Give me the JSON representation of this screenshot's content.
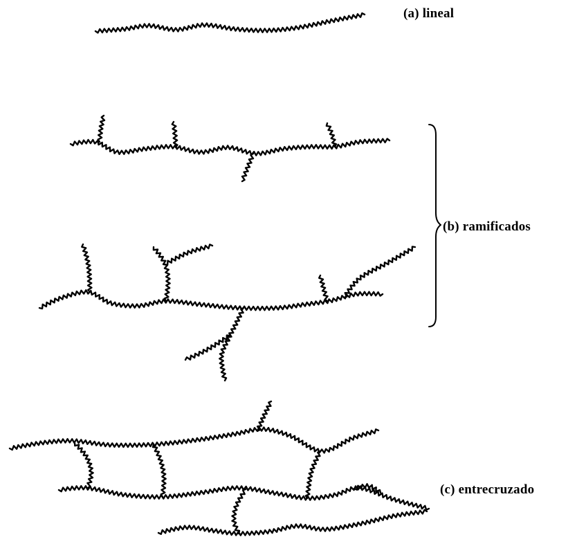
{
  "labels": {
    "linear": "(a) lineal",
    "branched": "(b) ramificados",
    "crosslinked": "(c) entrecruzado"
  },
  "style": {
    "ink": "#000000",
    "background": "#ffffff"
  }
}
